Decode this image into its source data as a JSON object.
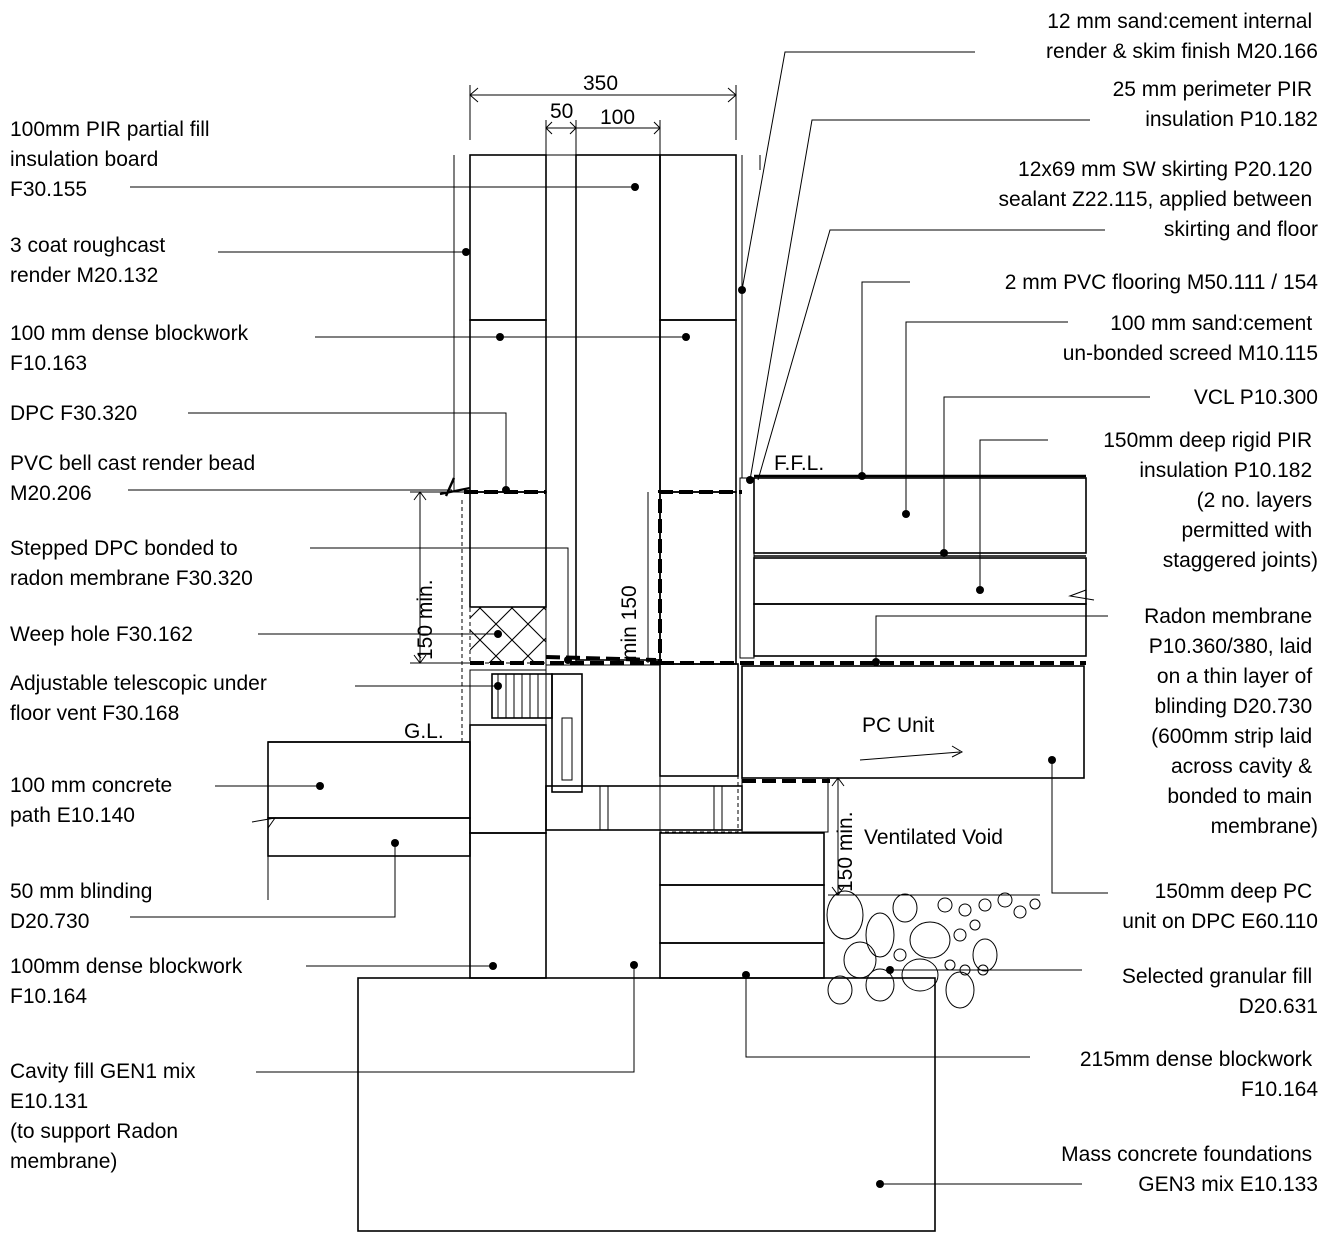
{
  "labels": {
    "pir_partial_fill": [
      "100mm PIR partial fill",
      "insulation board",
      "F30.155"
    ],
    "roughcast": [
      "3 coat roughcast",
      "render M20.132"
    ],
    "dense_block_100": [
      "100 mm dense blockwork",
      "F10.163"
    ],
    "dpc": [
      "DPC F30.320"
    ],
    "bell_cast": [
      "PVC bell cast render bead",
      "M20.206"
    ],
    "stepped_dpc": [
      "Stepped DPC bonded to",
      "radon membrane F30.320"
    ],
    "weep_hole": [
      "Weep hole F30.162"
    ],
    "vent": [
      "Adjustable telescopic under",
      "floor vent F30.168"
    ],
    "concrete_path": [
      "100 mm concrete",
      "path E10.140"
    ],
    "blinding": [
      "50 mm blinding",
      "D20.730"
    ],
    "dense_block_100b": [
      "100mm dense blockwork",
      "F10.164"
    ],
    "cavity_fill": [
      "Cavity fill GEN1 mix",
      "E10.131",
      "(to support Radon",
      "membrane)"
    ],
    "internal_render": [
      "12 mm sand:cement internal",
      "render & skim finish M20.166"
    ],
    "perimeter_pir": [
      "25 mm perimeter PIR",
      "insulation P10.182"
    ],
    "skirting": [
      "12x69 mm SW skirting P20.120",
      "sealant Z22.115, applied between",
      "skirting and floor"
    ],
    "pvc_flooring": [
      "2 mm PVC flooring M50.111 / 154"
    ],
    "screed": [
      "100 mm sand:cement",
      "un-bonded screed M10.115"
    ],
    "vcl": [
      "VCL P10.300"
    ],
    "rigid_pir": [
      "150mm deep rigid PIR",
      "insulation P10.182",
      "(2 no. layers",
      "permitted with",
      "staggered joints)"
    ],
    "radon": [
      "Radon membrane",
      "P10.360/380, laid",
      "on a thin layer of",
      "blinding D20.730",
      "(600mm strip laid",
      "across cavity &",
      "bonded to main",
      "membrane)"
    ],
    "pc_unit_spec": [
      "150mm deep PC",
      "unit on DPC E60.110"
    ],
    "granular_fill": [
      "Selected granular fill",
      "D20.631"
    ],
    "dense_block_215": [
      "215mm dense blockwork",
      "F10.164"
    ],
    "foundations": [
      "Mass concrete foundations",
      "GEN3 mix E10.133"
    ]
  },
  "dims": {
    "total": "350",
    "cavity": "50",
    "insulation": "100",
    "dpc_height": "150 min.",
    "cavity_min": "min 150",
    "void_height": "150 min."
  },
  "tags": {
    "ffl": "F.F.L.",
    "gl": "G.L.",
    "pc_unit": "PC Unit",
    "ventilated_void": "Ventilated Void"
  }
}
